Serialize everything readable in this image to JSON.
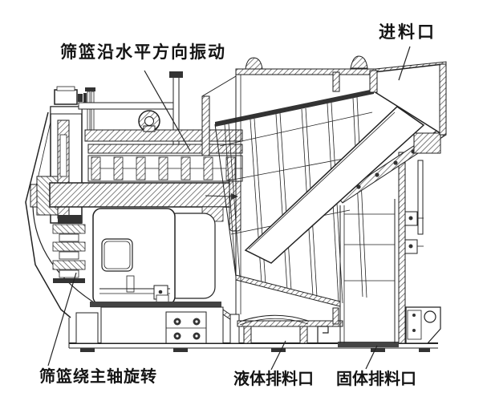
{
  "figure": {
    "kind": "engineering cross-section drawing",
    "subject": "vibrating-screen centrifuge",
    "background_color": "#ffffff",
    "line_color": "#222222"
  },
  "labels": {
    "basket_vibration": "筛篮沿水平方向振动",
    "feed_inlet": "进料口",
    "basket_rotation": "筛篮绕主轴旋转",
    "liquid_discharge": "液体排料口",
    "solid_discharge": "固体排料口"
  }
}
